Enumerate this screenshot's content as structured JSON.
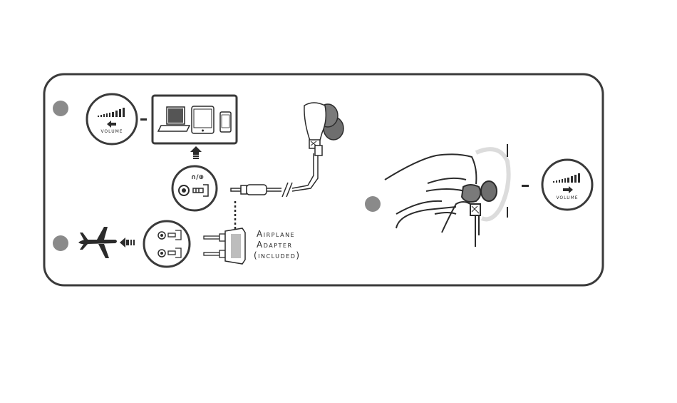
{
  "panel": {
    "step_markers": [
      "",
      "",
      ""
    ]
  },
  "volume_down": {
    "label": "VOLUME",
    "direction": "decrease"
  },
  "volume_up": {
    "label": "VOLUME",
    "direction": "increase"
  },
  "devices": [
    "laptop-icon",
    "tablet-icon",
    "phone-icon"
  ],
  "jack": {
    "symbol": "∩/⊕"
  },
  "adapter": {
    "line1": "Airplane",
    "line2": "Adapter",
    "line3": "(included)"
  },
  "colors": {
    "outline": "#3a3a3a",
    "marker": "#8a8a8a",
    "earbud_tip": "#6e6e6e"
  }
}
